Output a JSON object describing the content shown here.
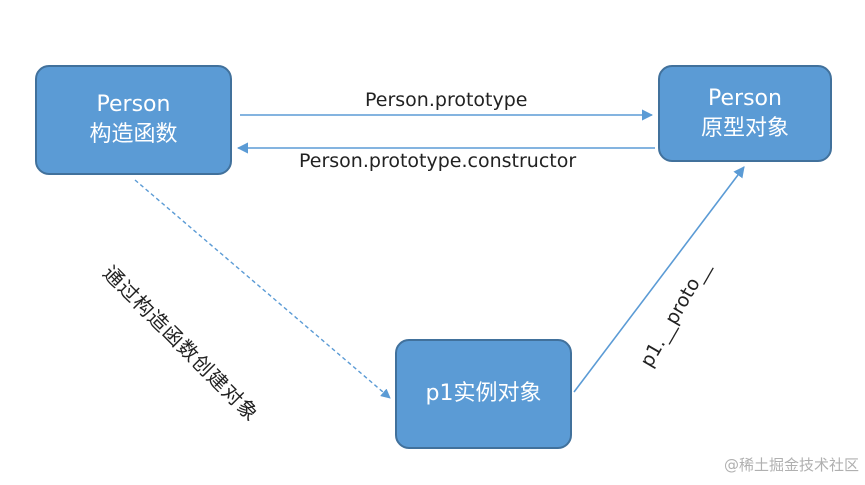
{
  "nodes": {
    "constructor": {
      "line1": "Person",
      "line2": "构造函数"
    },
    "prototype": {
      "line1": "Person",
      "line2": "原型对象"
    },
    "instance": {
      "label": "p1实例对象"
    }
  },
  "edges": {
    "prototype_label": "Person.prototype",
    "constructor_label": "Person.prototype.constructor",
    "create_label": "通过构造函数创建对象",
    "proto_label": "p1.__proto__"
  },
  "watermark": "@稀土掘金技术社区",
  "colors": {
    "box_fill": "#5b9bd5",
    "box_border": "#41719c",
    "arrow": "#5b9bd5",
    "text_dark": "#222222",
    "watermark": "#b0b0b0"
  }
}
